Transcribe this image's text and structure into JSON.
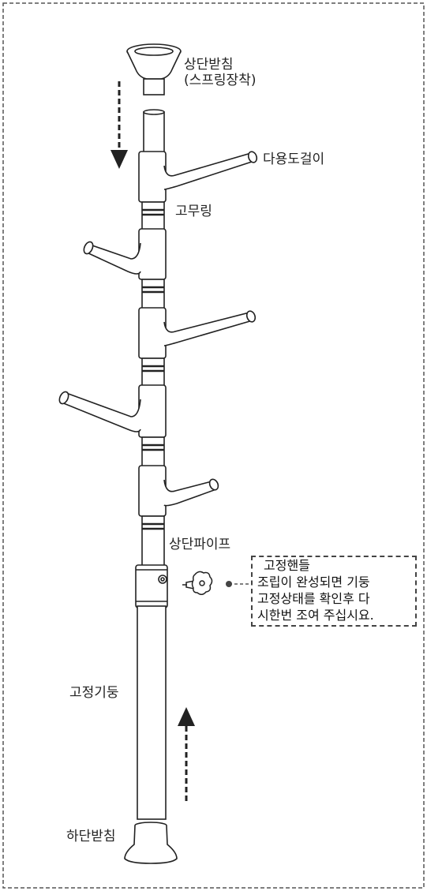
{
  "labels": {
    "top_support_line1": "상단받침",
    "top_support_line2": "(스프링장착)",
    "multi_hook": "다용도걸이",
    "rubber_ring": "고무링",
    "upper_pipe": "상단파이프",
    "fixed_pole": "고정기둥",
    "bottom_support": "하단받침"
  },
  "note": {
    "title": "고정핸들",
    "lines": [
      "조립이 완성되면 기둥",
      "고정상태를 확인후 다",
      "시한번 조여 주십시요."
    ]
  },
  "arrows": {
    "down": "down-arrow",
    "up": "up-arrow"
  }
}
